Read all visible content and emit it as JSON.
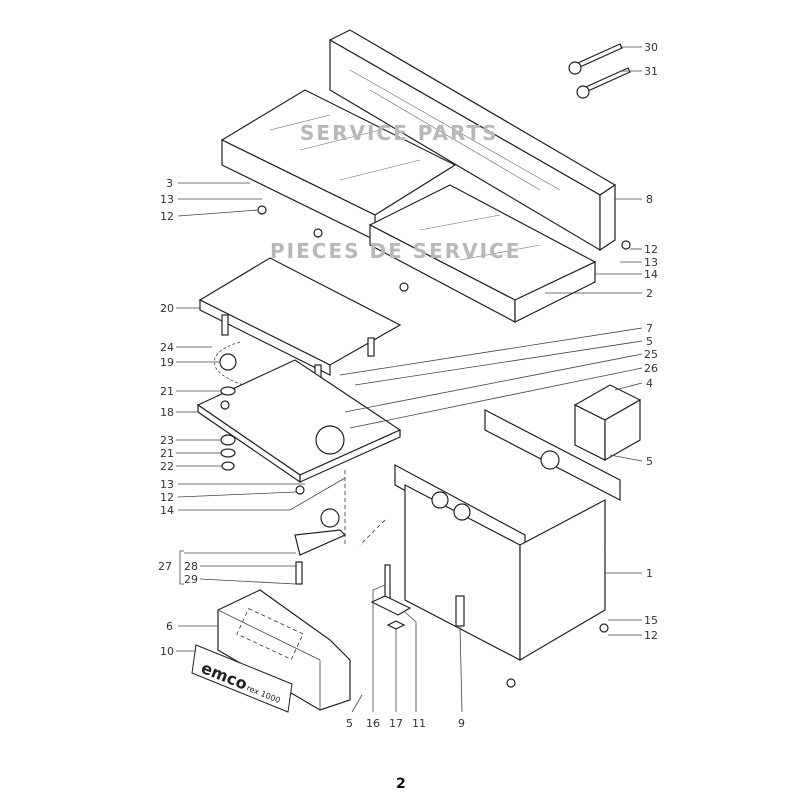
{
  "watermark": [
    "SERVICE PARTS",
    "PIECES DE SERVICE"
  ],
  "logo": {
    "brand": "emco",
    "model": "rex",
    "model_number": "1000"
  },
  "labels_left": [
    "3",
    "13",
    "12",
    "20",
    "24",
    "19",
    "21",
    "18",
    "23",
    "21",
    "22",
    "13",
    "12",
    "14",
    "27",
    "28",
    "29",
    "6",
    "10"
  ],
  "labels_right": [
    "30",
    "31",
    "8",
    "12",
    "13",
    "14",
    "2",
    "7",
    "5",
    "25",
    "26",
    "4",
    "5",
    "1",
    "15",
    "12"
  ],
  "labels_bottom": [
    "5",
    "16",
    "17",
    "11",
    "9"
  ],
  "page_number": "2"
}
